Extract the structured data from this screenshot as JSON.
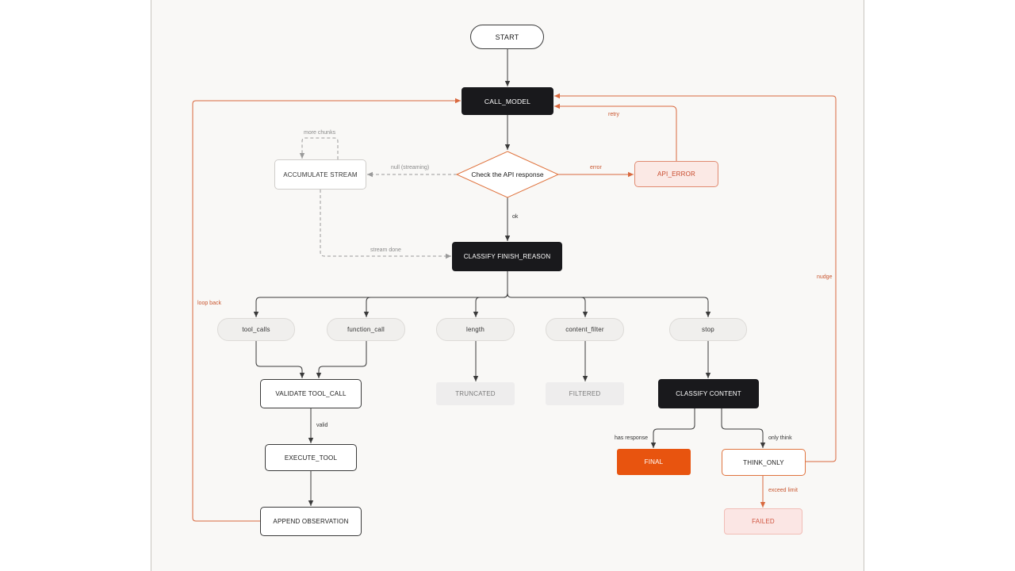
{
  "nodes": {
    "start": "START",
    "call_model": "CALL_MODEL",
    "check_api": "Check the API response",
    "accumulate_stream": "ACCUMULATE STREAM",
    "api_error": "API_ERROR",
    "classify_finish_reason": "CLASSIFY FINISH_REASON",
    "tool_calls": "tool_calls",
    "function_call": "function_call",
    "length": "length",
    "content_filter": "content_filter",
    "stop": "stop",
    "validate_tool_call": "VALIDATE TOOL_CALL",
    "truncated": "TRUNCATED",
    "filtered": "FILTERED",
    "classify_content": "CLASSIFY CONTENT",
    "execute_tool": "EXECUTE_TOOL",
    "final": "FINAL",
    "think_only": "THINK_ONLY",
    "append_observation": "APPEND OBSERVATION",
    "failed": "FAILED"
  },
  "edge_labels": {
    "more_chunks": "more chunks",
    "null_streaming": "null (streaming)",
    "error": "error",
    "retry": "retry",
    "ok": "ok",
    "stream_done": "stream done",
    "loop_back": "loop back",
    "nudge": "nudge",
    "valid": "valid",
    "has_response": "has response",
    "only_think": "only think",
    "exceed_limit": "exceed limit"
  },
  "colors": {
    "dark": "#19191c",
    "accent": "#e8540f",
    "error_line": "#d9693f",
    "gray_line": "#9a9a9a",
    "line": "#3a3a3a"
  }
}
